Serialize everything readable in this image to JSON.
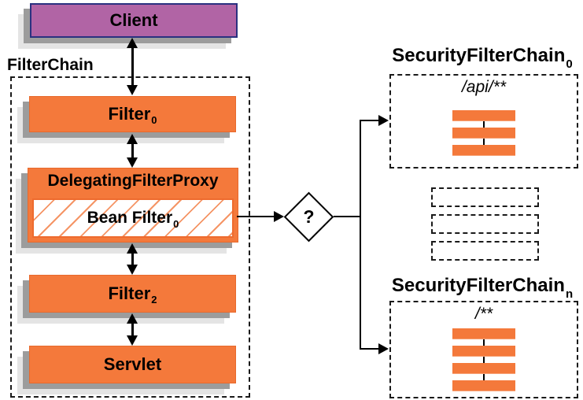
{
  "colors": {
    "node_orange": "#F4793B",
    "client_purple": "#B164A5",
    "client_border_navy": "#2A3180",
    "shadow_dark": "#9c9c9c",
    "shadow_light": "#e4e4e4",
    "line_black": "#000000"
  },
  "client": {
    "label": "Client"
  },
  "filter_chain": {
    "label": "FilterChain",
    "filter0": {
      "label": "Filter",
      "sub": "0"
    },
    "proxy": {
      "label": "DelegatingFilterProxy"
    },
    "bean": {
      "label": "Bean Filter",
      "sub": "0"
    },
    "filter2": {
      "label": "Filter",
      "sub": "2"
    },
    "servlet": {
      "label": "Servlet"
    }
  },
  "decision": {
    "label": "?"
  },
  "chains": {
    "top": {
      "title": "SecurityFilterChain",
      "sub": "0",
      "pattern": "/api/**",
      "filter_count": 3
    },
    "middle_placeholder_count": 3,
    "bottom": {
      "title": "SecurityFilterChain",
      "sub": "n",
      "pattern": "/**",
      "filter_count": 4
    }
  }
}
